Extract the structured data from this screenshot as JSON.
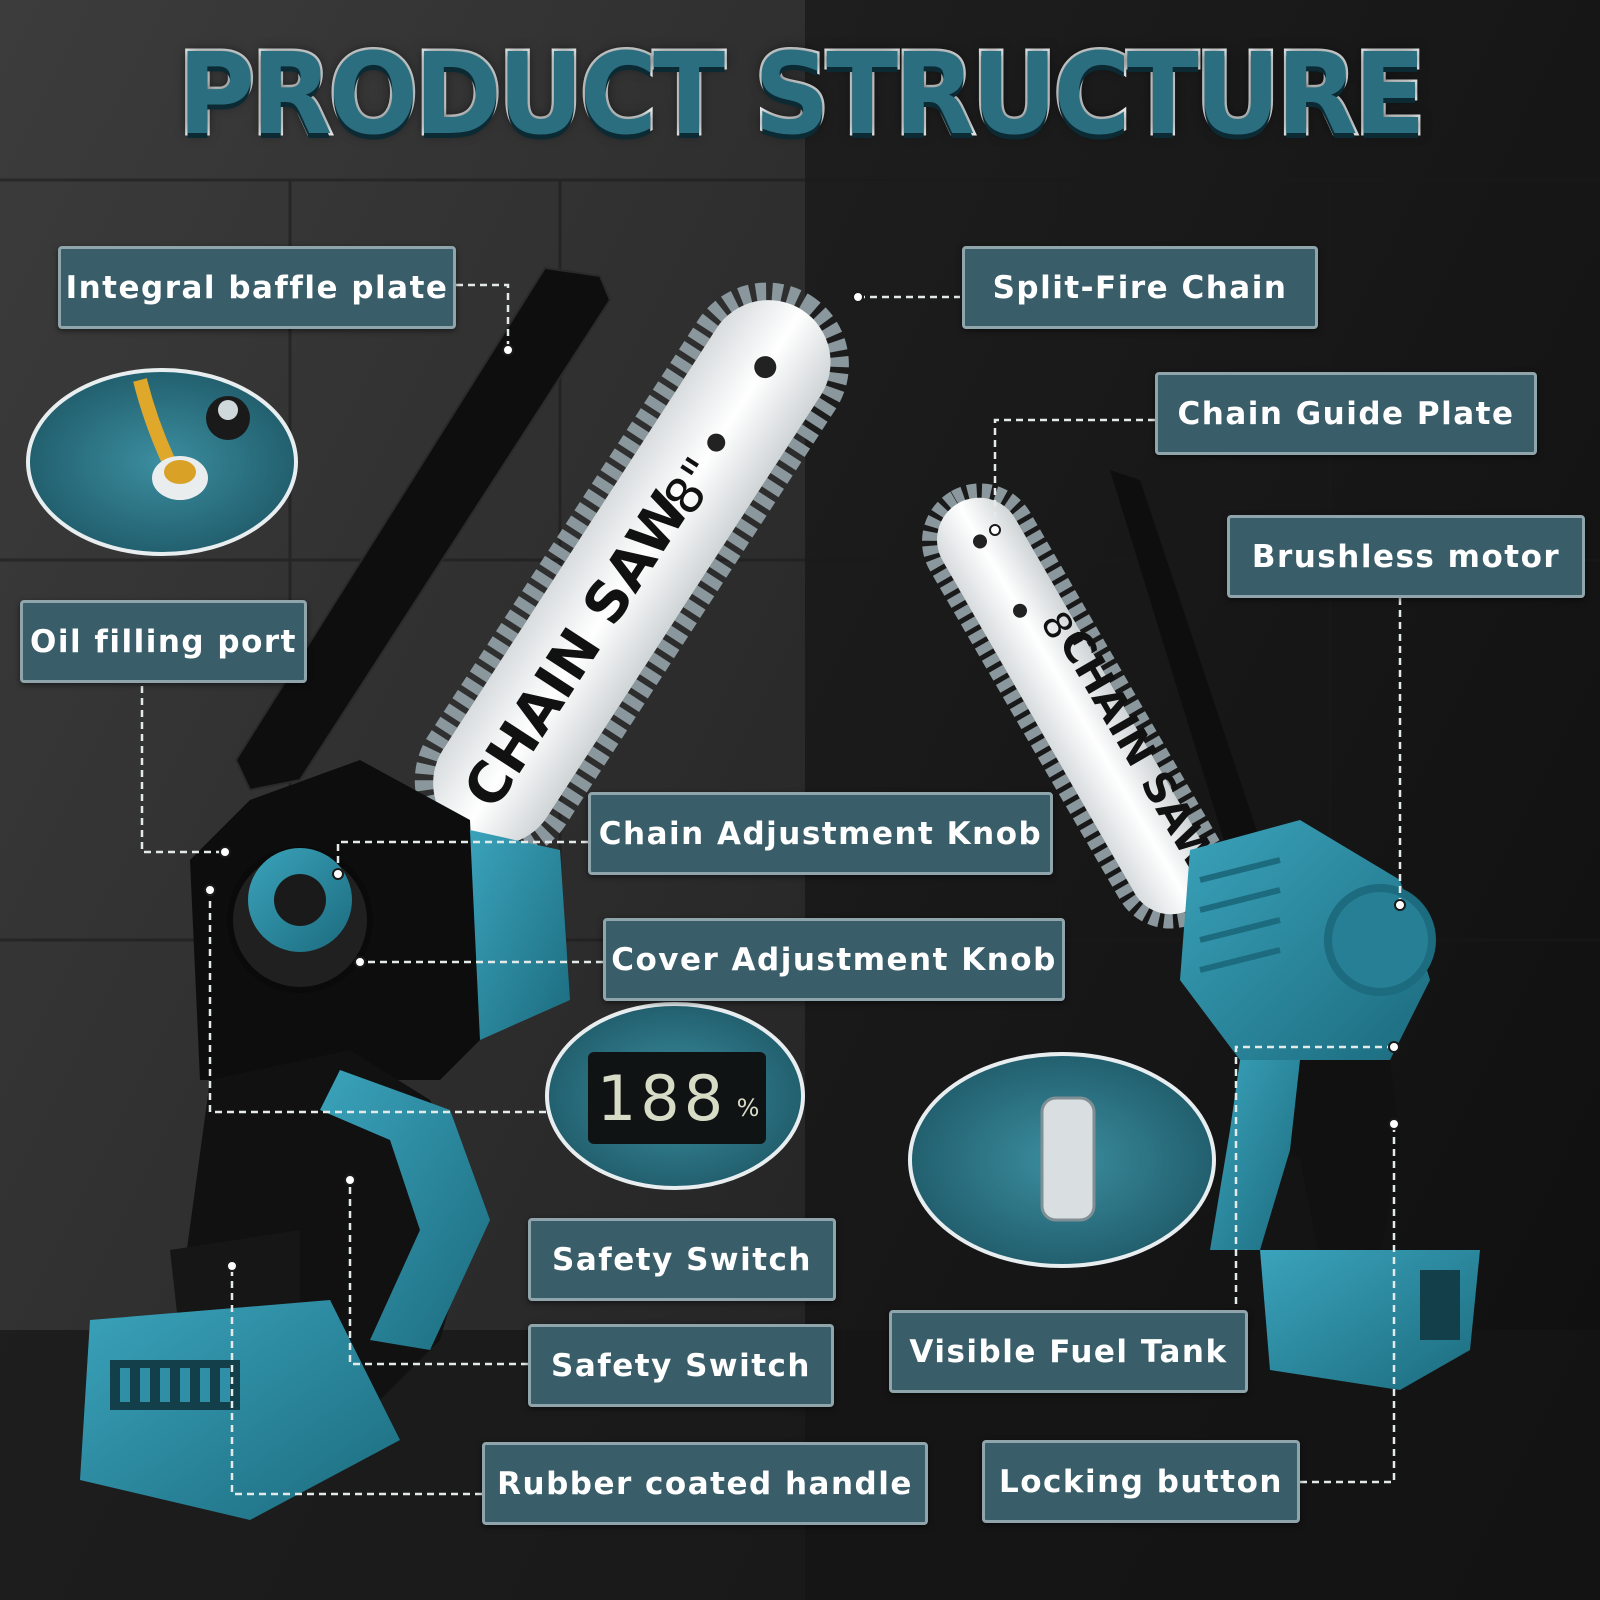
{
  "title": "PRODUCT STRUCTURE",
  "colors": {
    "callout_background": "#3a5e69",
    "callout_border": "#8fa4ab",
    "tool_body_teal": "#2e8fa6",
    "title_fill": "#2a6e80"
  },
  "labels": {
    "integral_baffle_plate": "Integral baffle plate",
    "split_fire_chain": "Split-Fire Chain",
    "chain_guide_plate": "Chain Guide Plate",
    "brushless_motor": "Brushless motor",
    "oil_filling_port": "Oil filling port",
    "chain_adjustment_knob": "Chain Adjustment Knob",
    "cover_adjustment_knob": "Cover Adjustment Knob",
    "safety_switch_1": "Safety Switch",
    "safety_switch_2": "Safety Switch",
    "visible_fuel_tank": "Visible Fuel Tank",
    "rubber_coated_handle": "Rubber coated handle",
    "locking_button": "Locking button"
  },
  "bar_print": {
    "text": "CHAIN SAW",
    "size": "8\""
  },
  "battery_display": {
    "digits": "188",
    "unit": "%"
  },
  "icons": [
    "chainsaw-large-image",
    "chainsaw-small-image",
    "oil-port-detail-image",
    "battery-display-detail-image",
    "fuel-window-detail-image"
  ]
}
